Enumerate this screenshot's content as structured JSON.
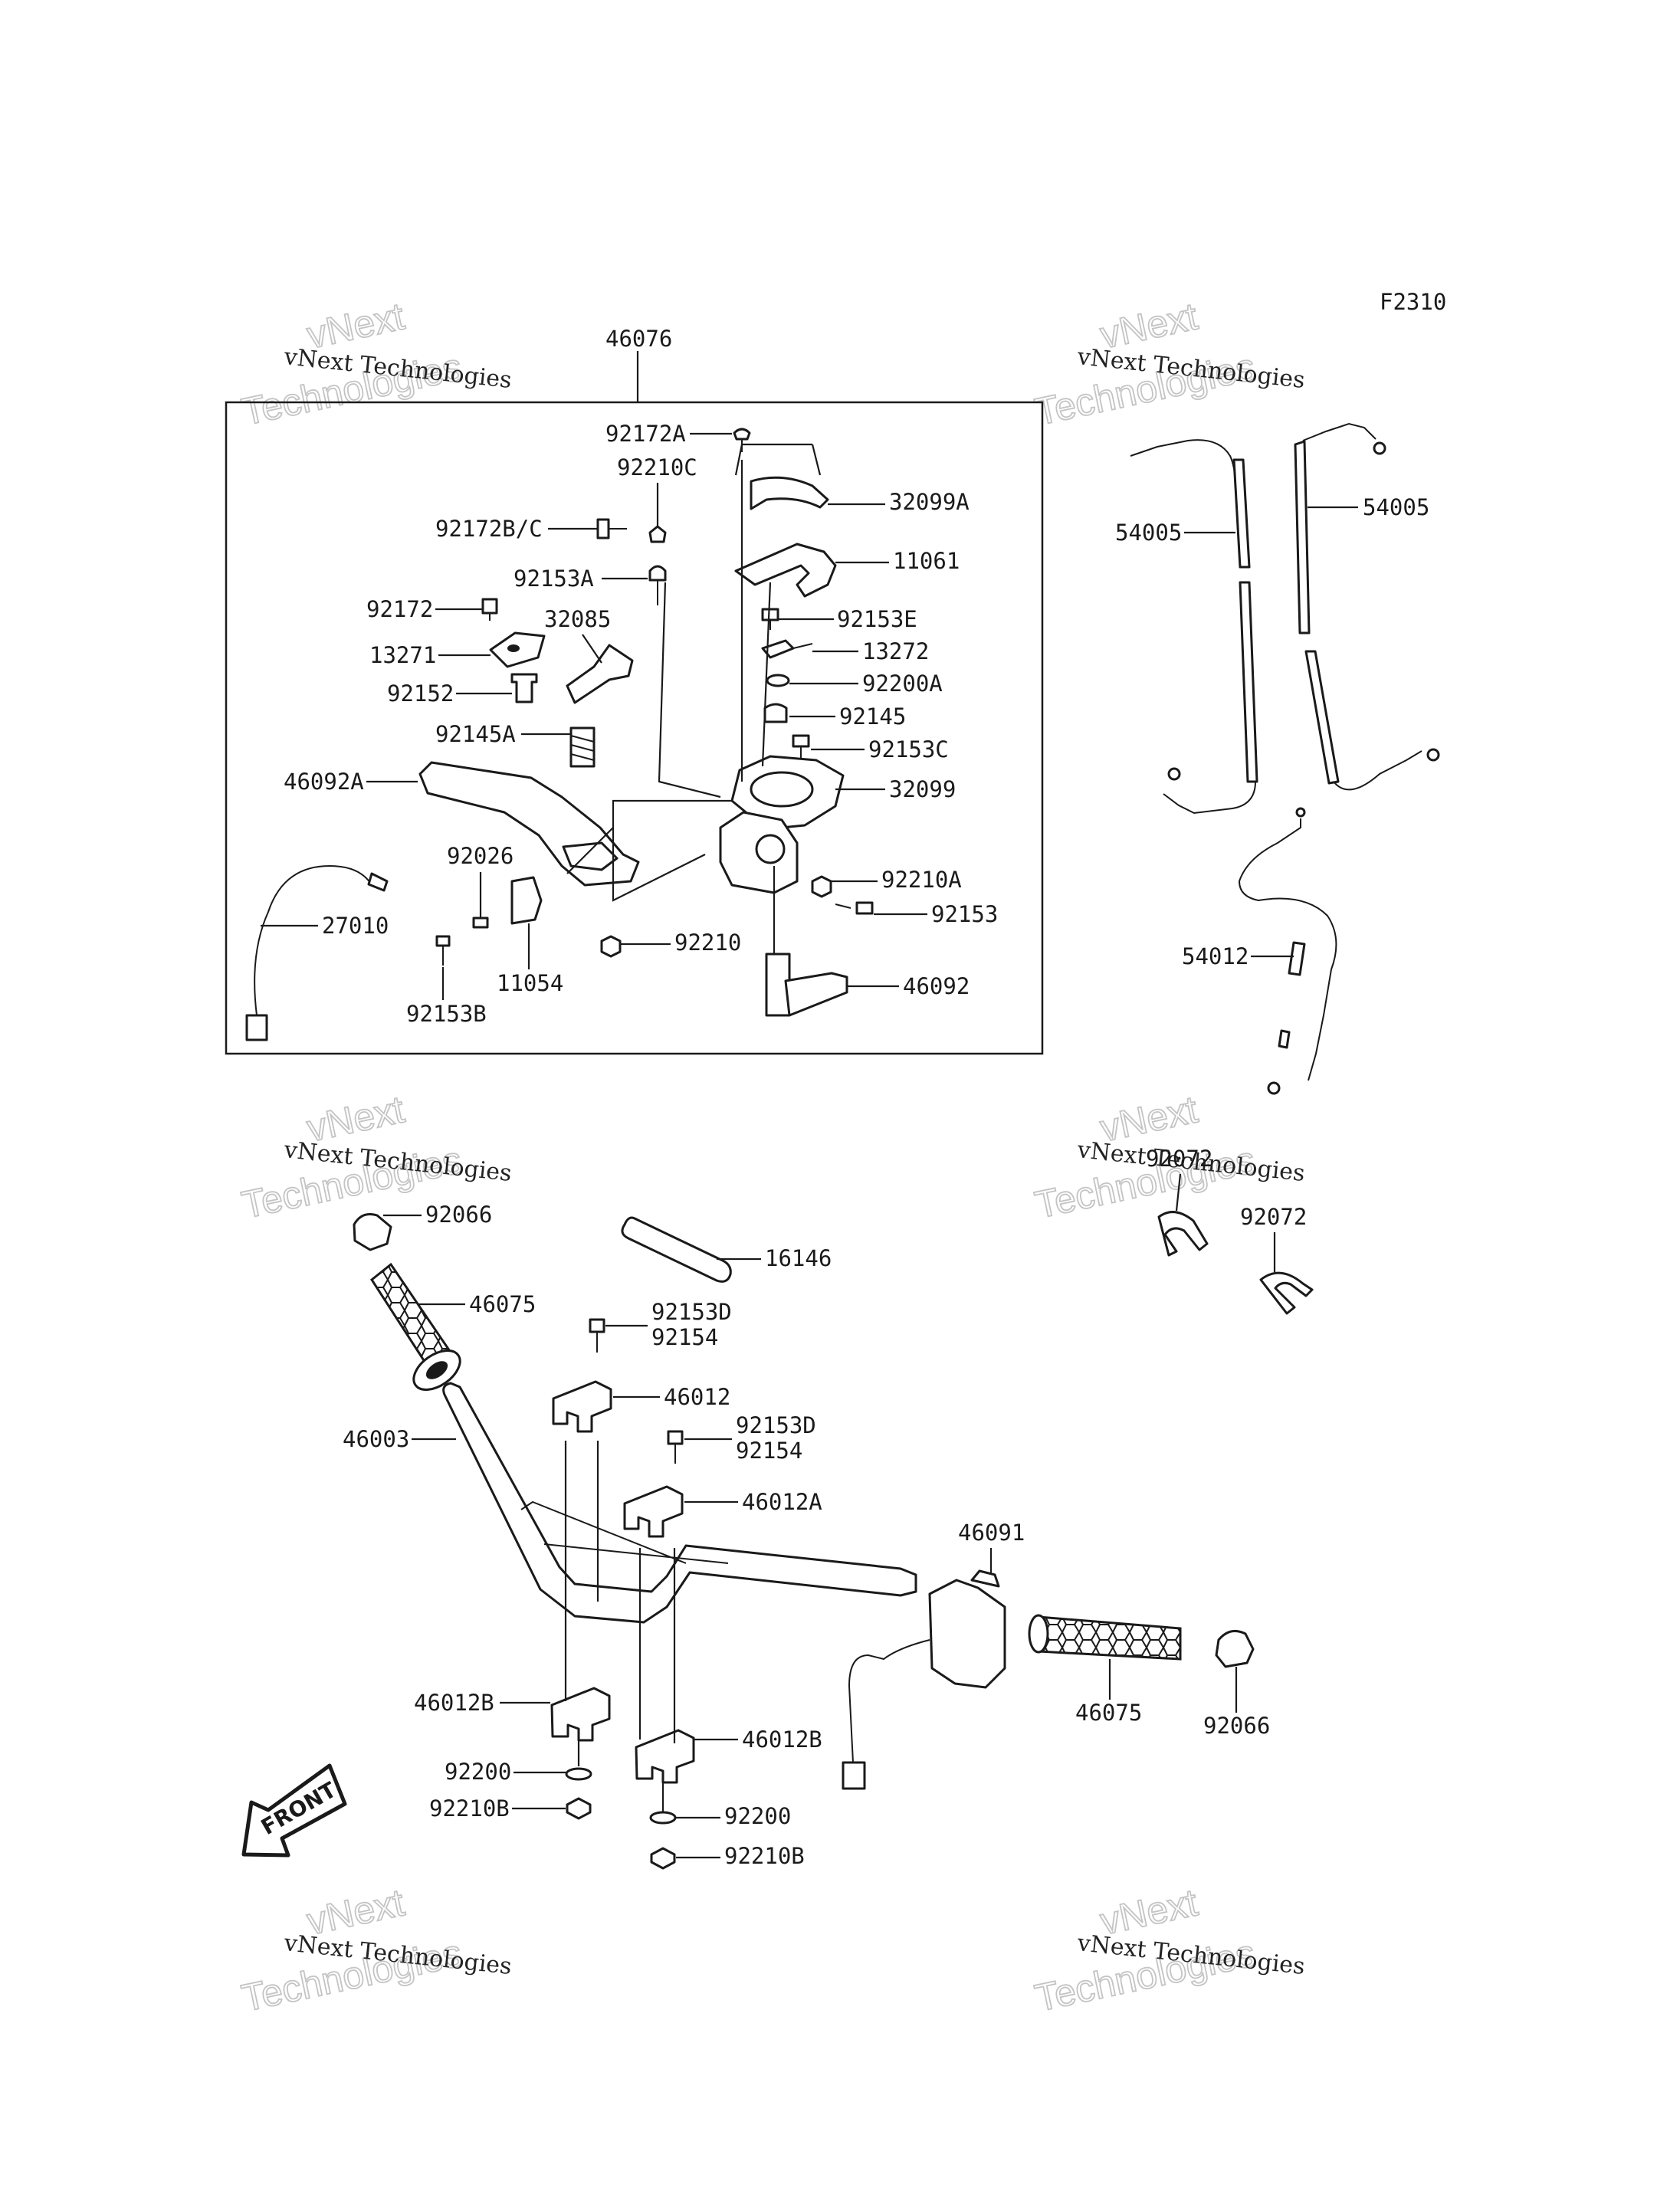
{
  "diagram_code": "F2310",
  "watermark": {
    "line1": "vNext Technologies",
    "outline_a": "vNext",
    "outline_b": "Technologies"
  },
  "front_label": "FRONT",
  "labels": {
    "l46076": "46076",
    "l92172A": "92172A",
    "l92210C": "92210C",
    "l32099A": "32099A",
    "l92172BC": "92172B/C",
    "l11061": "11061",
    "l92153A": "92153A",
    "l92153E": "92153E",
    "l92172": "92172",
    "l32085": "32085",
    "l13272": "13272",
    "l13271": "13271",
    "l92200A": "92200A",
    "l92152": "92152",
    "l92145": "92145",
    "l92145A": "92145A",
    "l92153C": "92153C",
    "l46092A": "46092A",
    "l32099": "32099",
    "l92026": "92026",
    "l92210A": "92210A",
    "l27010": "27010",
    "l92153": "92153",
    "l92210": "92210",
    "l11054": "11054",
    "l46092": "46092",
    "l92153B": "92153B",
    "l54005a": "54005",
    "l54005b": "54005",
    "l54012": "54012",
    "l92072a": "92072",
    "l92072b": "92072",
    "l92066a": "92066",
    "l16146": "16146",
    "l46075a": "46075",
    "l92153Da": "92153D",
    "l92154a": "92154",
    "l46012": "46012",
    "l46003": "46003",
    "l92153Db": "92153D",
    "l92154b": "92154",
    "l46012A": "46012A",
    "l46091": "46091",
    "l46075b": "46075",
    "l92066b": "92066",
    "l46012Ba": "46012B",
    "l46012Bb": "46012B",
    "l92200a": "92200",
    "l92210Ba": "92210B",
    "l92200b": "92200",
    "l92210Bb": "92210B"
  }
}
